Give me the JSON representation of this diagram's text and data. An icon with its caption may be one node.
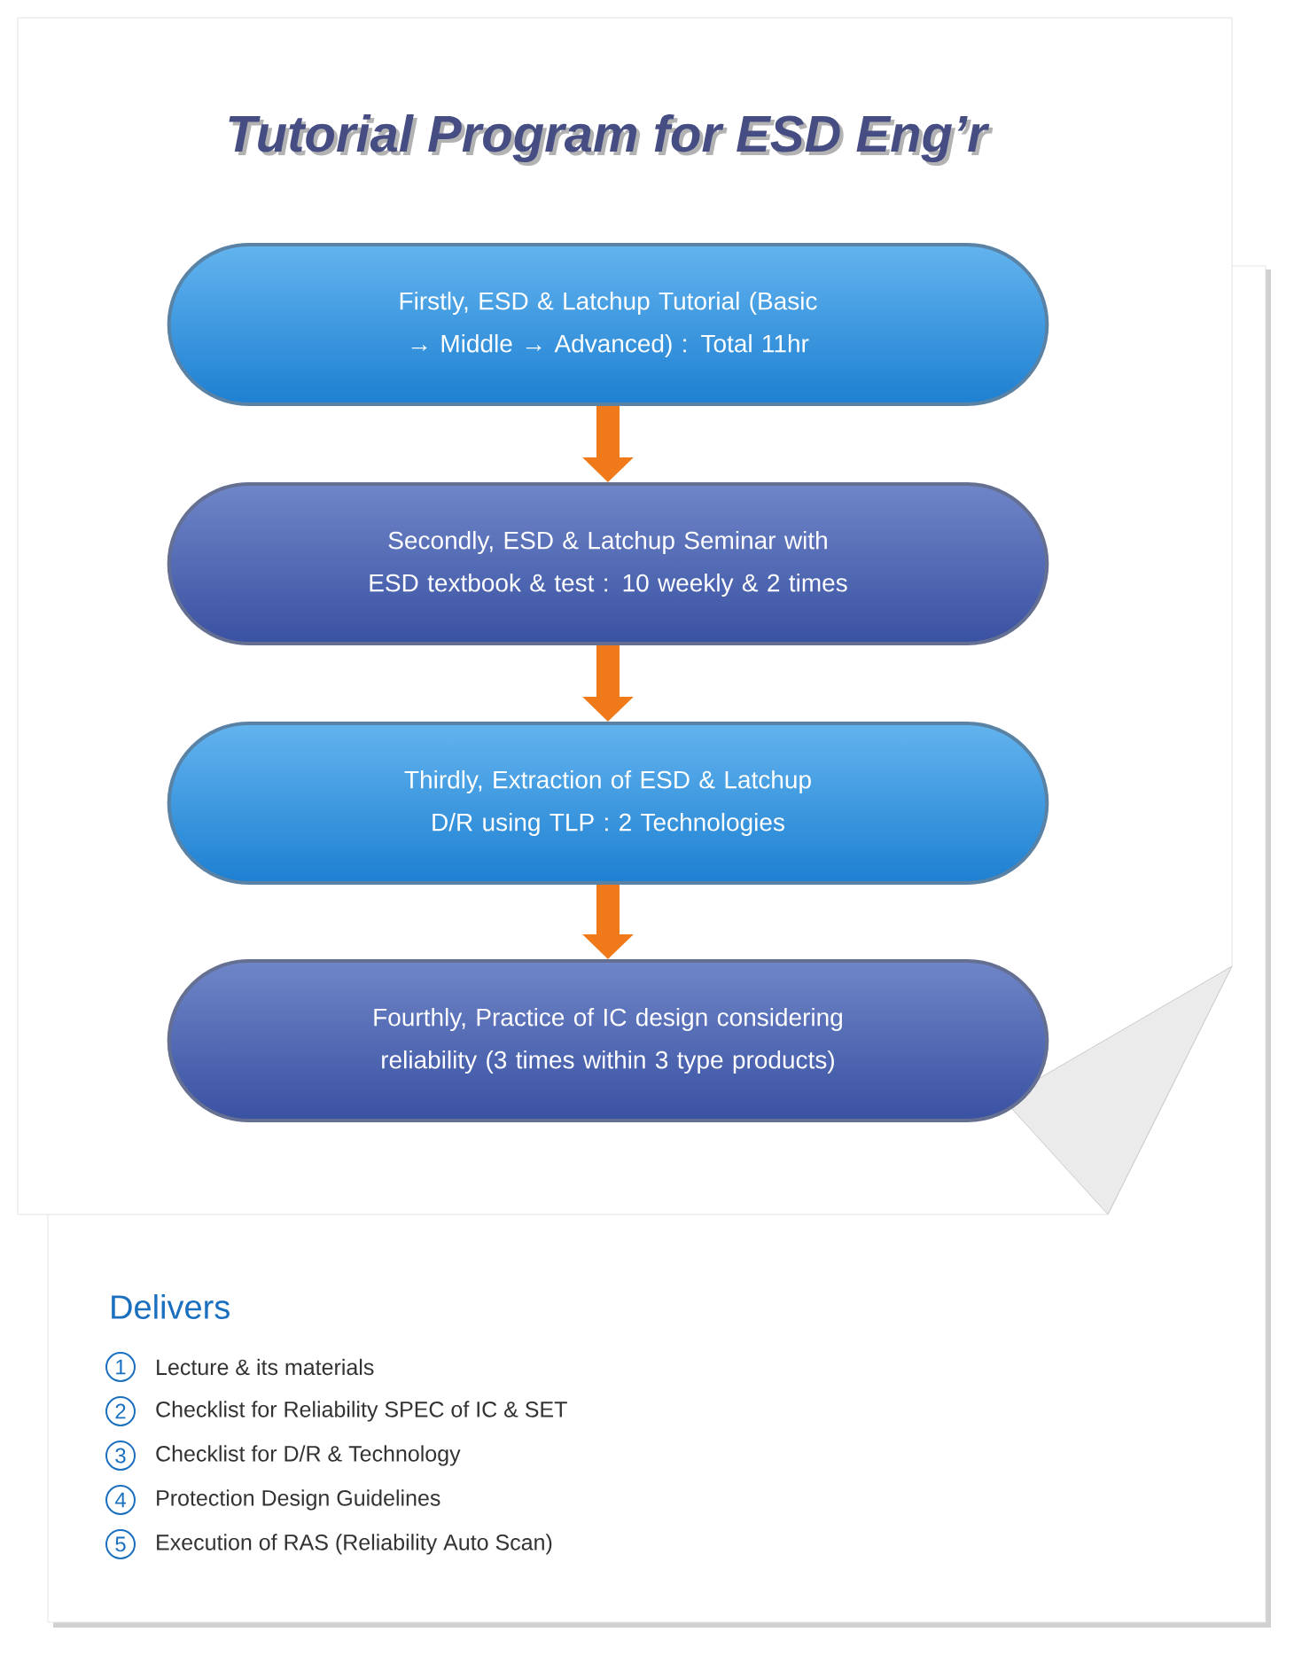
{
  "diagram": {
    "title": "Tutorial Program for ESD Eng’r",
    "nodes": [
      {
        "text": [
          "Firstly, ESD & Latchup Tutorial (Basic → Middle → Advanced) : Total 11hr"
        ]
      },
      {
        "text": [
          "Secondly, ESD & Latchup Seminar with ESD textbook & test : 10 weekly & 2 times"
        ]
      },
      {
        "text": [
          "Thirdly, Extraction of ESD & Latchup D/R using TLP : 2 Technologies"
        ]
      },
      {
        "text": [
          "Fourthly, Practice of IC design considering reliability (3 times within 3 type products)"
        ]
      }
    ],
    "edges": [
      {
        "from": 0,
        "to": 1,
        "arrow": "to"
      },
      {
        "from": 1,
        "to": 2,
        "arrow": "to"
      },
      {
        "from": 2,
        "to": 3,
        "arrow": "to"
      }
    ],
    "labels": [
      "Delivers",
      "1",
      "Lecture & its materials",
      "2",
      "Checklist for Reliability SPEC of IC & SET",
      "3",
      "Checklist for D/R & Technology",
      "4",
      "Protection Design Guidelines",
      "5",
      "Execution of RAS (Reliability Auto Scan)"
    ]
  }
}
